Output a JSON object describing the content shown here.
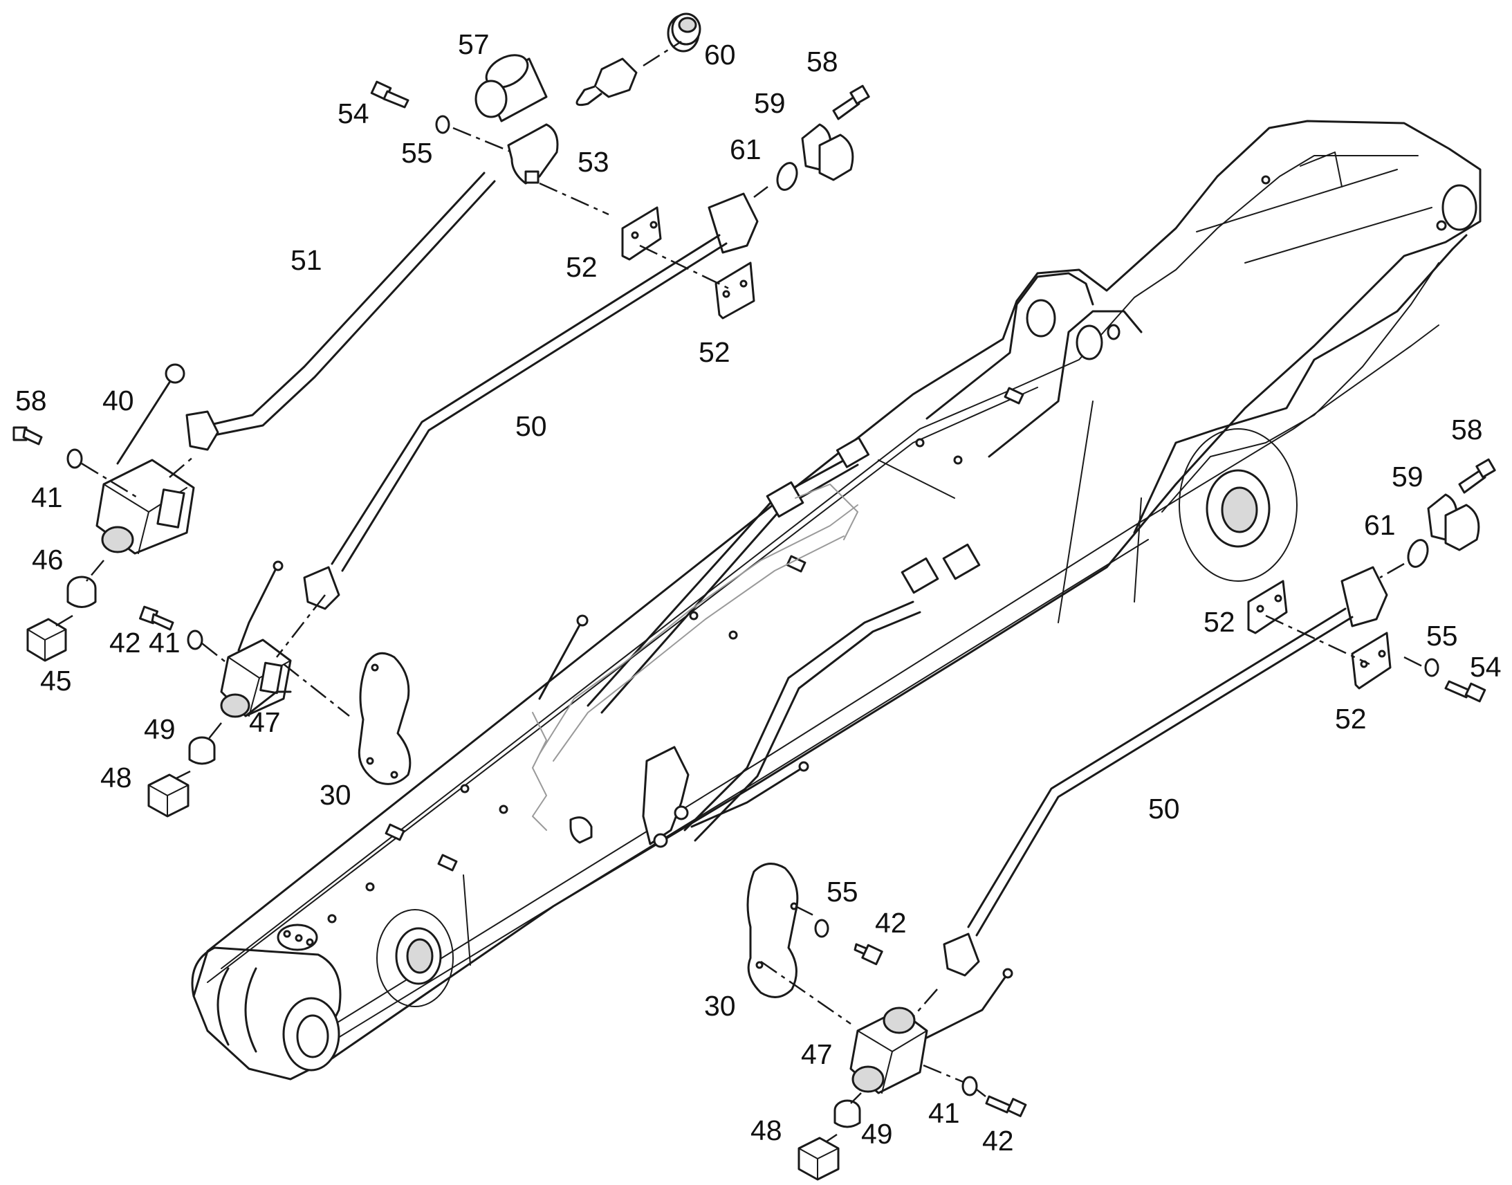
{
  "labels": [
    {
      "id": "l57a",
      "text": "57"
    },
    {
      "id": "l60a",
      "text": "60"
    },
    {
      "id": "l58a",
      "text": "58"
    },
    {
      "id": "l54a",
      "text": "54"
    },
    {
      "id": "l59a",
      "text": "59"
    },
    {
      "id": "l55a",
      "text": "55"
    },
    {
      "id": "l53a",
      "text": "53"
    },
    {
      "id": "l61a",
      "text": "61"
    },
    {
      "id": "l51a",
      "text": "51"
    },
    {
      "id": "l52a",
      "text": "52"
    },
    {
      "id": "l52b",
      "text": "52"
    },
    {
      "id": "l58b",
      "text": "58"
    },
    {
      "id": "l40a",
      "text": "40"
    },
    {
      "id": "l50a",
      "text": "50"
    },
    {
      "id": "l41a",
      "text": "41"
    },
    {
      "id": "l58c",
      "text": "58"
    },
    {
      "id": "l59b",
      "text": "59"
    },
    {
      "id": "l46a",
      "text": "46"
    },
    {
      "id": "l61b",
      "text": "61"
    },
    {
      "id": "l42a",
      "text": "42"
    },
    {
      "id": "l52c",
      "text": "52"
    },
    {
      "id": "l55b",
      "text": "55"
    },
    {
      "id": "l41b",
      "text": "41"
    },
    {
      "id": "l54b",
      "text": "54"
    },
    {
      "id": "l45a",
      "text": "45"
    },
    {
      "id": "l49a",
      "text": "49"
    },
    {
      "id": "l47a",
      "text": "47"
    },
    {
      "id": "l52d",
      "text": "52"
    },
    {
      "id": "l48a",
      "text": "48"
    },
    {
      "id": "l30a",
      "text": "30"
    },
    {
      "id": "l50b",
      "text": "50"
    },
    {
      "id": "l55c",
      "text": "55"
    },
    {
      "id": "l42b",
      "text": "42"
    },
    {
      "id": "l30b",
      "text": "30"
    },
    {
      "id": "l47b",
      "text": "47"
    },
    {
      "id": "l41c",
      "text": "41"
    },
    {
      "id": "l48b",
      "text": "48"
    },
    {
      "id": "l49b",
      "text": "49"
    },
    {
      "id": "l42c",
      "text": "42"
    }
  ]
}
